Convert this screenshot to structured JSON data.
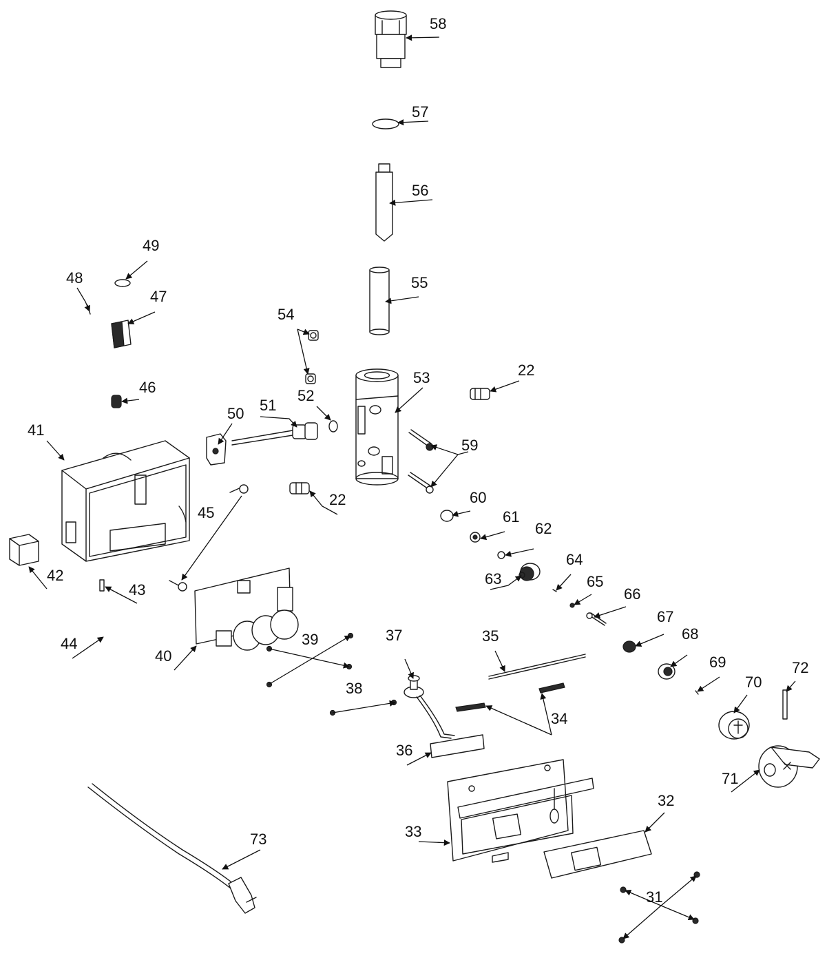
{
  "callouts": {
    "c58": "58",
    "c57": "57",
    "c56": "56",
    "c55": "55",
    "c49": "49",
    "c48": "48",
    "c47": "47",
    "c54": "54",
    "c53": "53",
    "c22a": "22",
    "c46": "46",
    "c50": "50",
    "c51": "51",
    "c52": "52",
    "c41": "41",
    "c59": "59",
    "c22b": "22",
    "c45": "45",
    "c60": "60",
    "c61": "61",
    "c62": "62",
    "c42": "42",
    "c43": "43",
    "c63": "63",
    "c64": "64",
    "c65": "65",
    "c66": "66",
    "c67": "67",
    "c68": "68",
    "c44": "44",
    "c40": "40",
    "c39": "39",
    "c37": "37",
    "c35": "35",
    "c69": "69",
    "c72": "72",
    "c70": "70",
    "c38": "38",
    "c34": "34",
    "c36": "36",
    "c71": "71",
    "c32": "32",
    "c33": "33",
    "c73": "73",
    "c31": "31"
  }
}
